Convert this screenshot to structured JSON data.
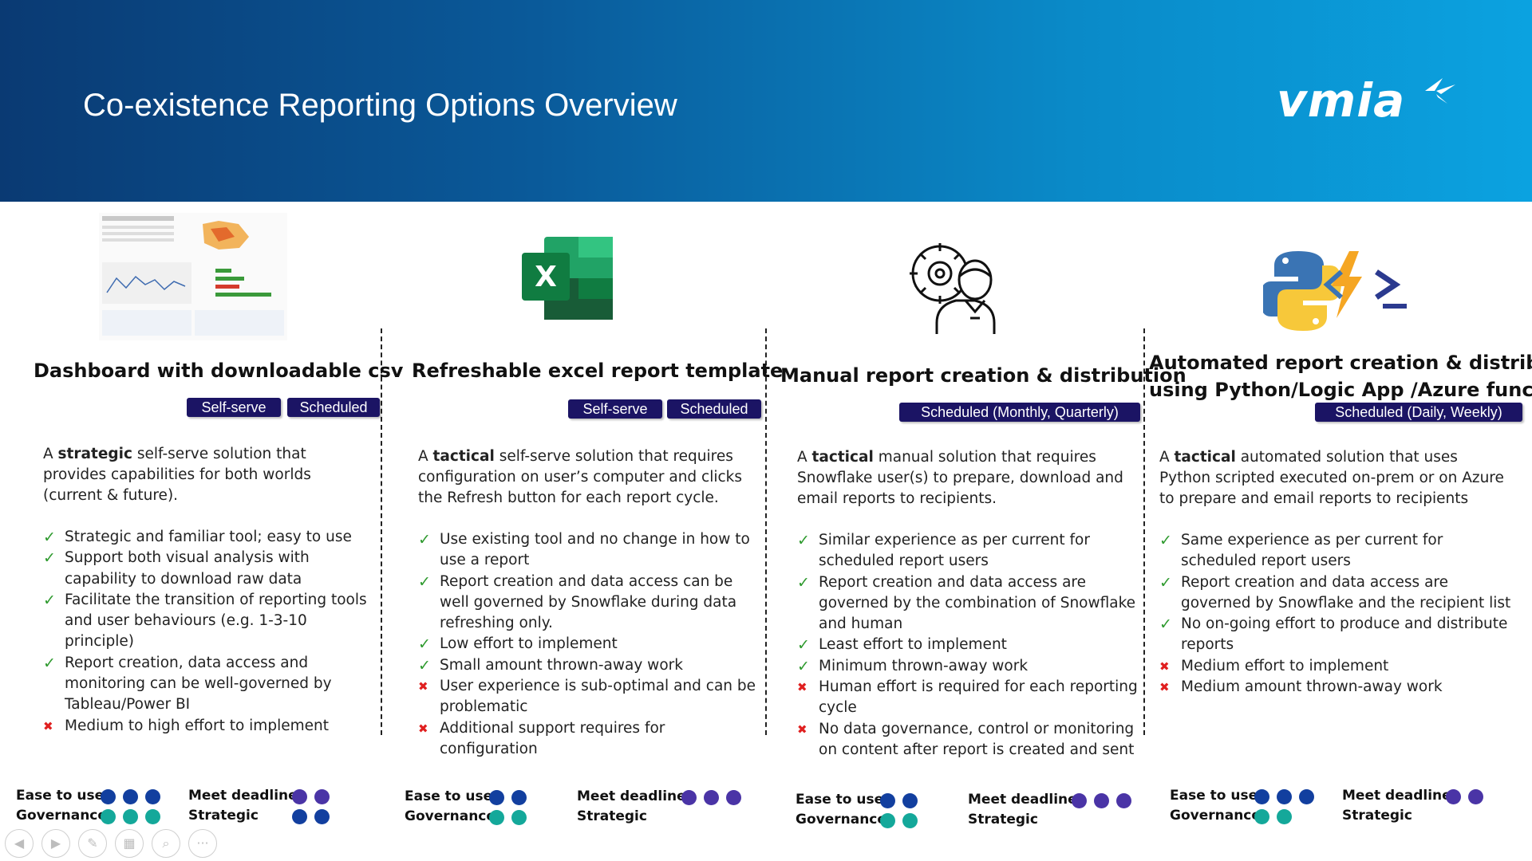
{
  "header": {
    "title": "Co-existence Reporting Options Overview",
    "logo_text": "vmia"
  },
  "columns": [
    {
      "title": "Dashboard with downloadable csv",
      "tags": [
        "Self-serve",
        "Scheduled"
      ],
      "desc_pre": "A ",
      "desc_bold": "strategic",
      "desc_post": " self-serve solution that provides capabilities for both worlds (current & future).",
      "bullets": [
        {
          "mark": "check",
          "text": "Strategic and familiar tool; easy to use"
        },
        {
          "mark": "check",
          "text": "Support both visual analysis with capability to download raw data"
        },
        {
          "mark": "check",
          "text": "Facilitate the transition of reporting tools and user behaviours (e.g. 1-3-10 principle)"
        },
        {
          "mark": "check",
          "text": "Report creation, data access and monitoring can be well-governed by Tableau/Power BI"
        },
        {
          "mark": "cross",
          "text": "Medium to high effort to implement"
        }
      ],
      "ease_label": "Ease to use",
      "governance_label": "Governance",
      "deadline_label": "Meet deadline",
      "strategic_label": "Strategic",
      "ease": 3,
      "governance": 3,
      "deadline": 2,
      "strategic": 2
    },
    {
      "title": "Refreshable excel report template",
      "tags": [
        "Self-serve",
        "Scheduled"
      ],
      "desc_pre": "A ",
      "desc_bold": "tactical",
      "desc_post": " self-serve solution that requires configuration on user’s computer and clicks the Refresh button for each report cycle.",
      "bullets": [
        {
          "mark": "check",
          "text": "Use existing tool and no change in how to use a report"
        },
        {
          "mark": "check",
          "text": "Report creation and data access can be well governed by Snowflake during data refreshing only."
        },
        {
          "mark": "check",
          "text": "Low effort to implement"
        },
        {
          "mark": "check",
          "text": "Small amount thrown-away work"
        },
        {
          "mark": "cross",
          "text": "User experience is sub-optimal and can be problematic"
        },
        {
          "mark": "cross",
          "text": "Additional support requires for configuration"
        }
      ],
      "ease_label": "Ease to use",
      "governance_label": "Governance",
      "deadline_label": "Meet deadline",
      "strategic_label": "Strategic",
      "ease": 2,
      "governance": 2,
      "deadline": 3,
      "strategic": 0
    },
    {
      "title": "Manual report creation & distribution",
      "tags": [
        "Scheduled (Monthly, Quarterly)"
      ],
      "desc_pre": "A ",
      "desc_bold": "tactical",
      "desc_post": " manual solution that requires Snowflake user(s) to prepare, download and email reports to recipients.",
      "bullets": [
        {
          "mark": "check",
          "text": "Similar experience as per current for scheduled report users"
        },
        {
          "mark": "check",
          "text": "Report creation and data access are governed by the combination of Snowflake and human"
        },
        {
          "mark": "check",
          "text": "Least effort to implement"
        },
        {
          "mark": "check",
          "text": "Minimum thrown-away work"
        },
        {
          "mark": "cross",
          "text": "Human effort is required for each reporting cycle"
        },
        {
          "mark": "cross",
          "text": "No data governance, control or monitoring on content after report is created and sent"
        }
      ],
      "ease_label": "Ease to use",
      "governance_label": "Governance",
      "deadline_label": "Meet deadline",
      "strategic_label": "Strategic",
      "ease": 2,
      "governance": 2,
      "deadline": 3,
      "strategic": 0
    },
    {
      "title_line1": "Automated report creation & distribution",
      "title_line2": "using Python/Logic App /Azure function",
      "tags": [
        "Scheduled (Daily, Weekly)"
      ],
      "desc_pre": "A ",
      "desc_bold": "tactical",
      "desc_post": " automated solution that uses Python scripted executed on-prem or on Azure to prepare and email reports to recipients",
      "bullets": [
        {
          "mark": "check",
          "text": "Same experience as per current for scheduled report users"
        },
        {
          "mark": "check",
          "text": "Report creation and data access are governed by Snowflake and the recipient list"
        },
        {
          "mark": "check",
          "text": "No on-going effort to produce and distribute reports"
        },
        {
          "mark": "cross",
          "text": "Medium effort to implement"
        },
        {
          "mark": "cross",
          "text": "Medium amount thrown-away work"
        }
      ],
      "ease_label": "Ease to use",
      "governance_label": "Governance",
      "deadline_label": "Meet deadline",
      "strategic_label": "Strategic",
      "ease": 3,
      "governance": 2,
      "deadline": 2,
      "strategic": 0
    }
  ],
  "slideshow_controls": [
    "previous-icon",
    "next-icon",
    "pen-icon",
    "slides-icon",
    "zoom-icon",
    "more-icon"
  ],
  "colors": {
    "tag_bg": "#1b1464",
    "dot_blue": "#123f9f",
    "dot_teal": "#14a89a",
    "dot_purple": "#4a34a6",
    "check": "#2e9a2e",
    "cross": "#e02020"
  }
}
